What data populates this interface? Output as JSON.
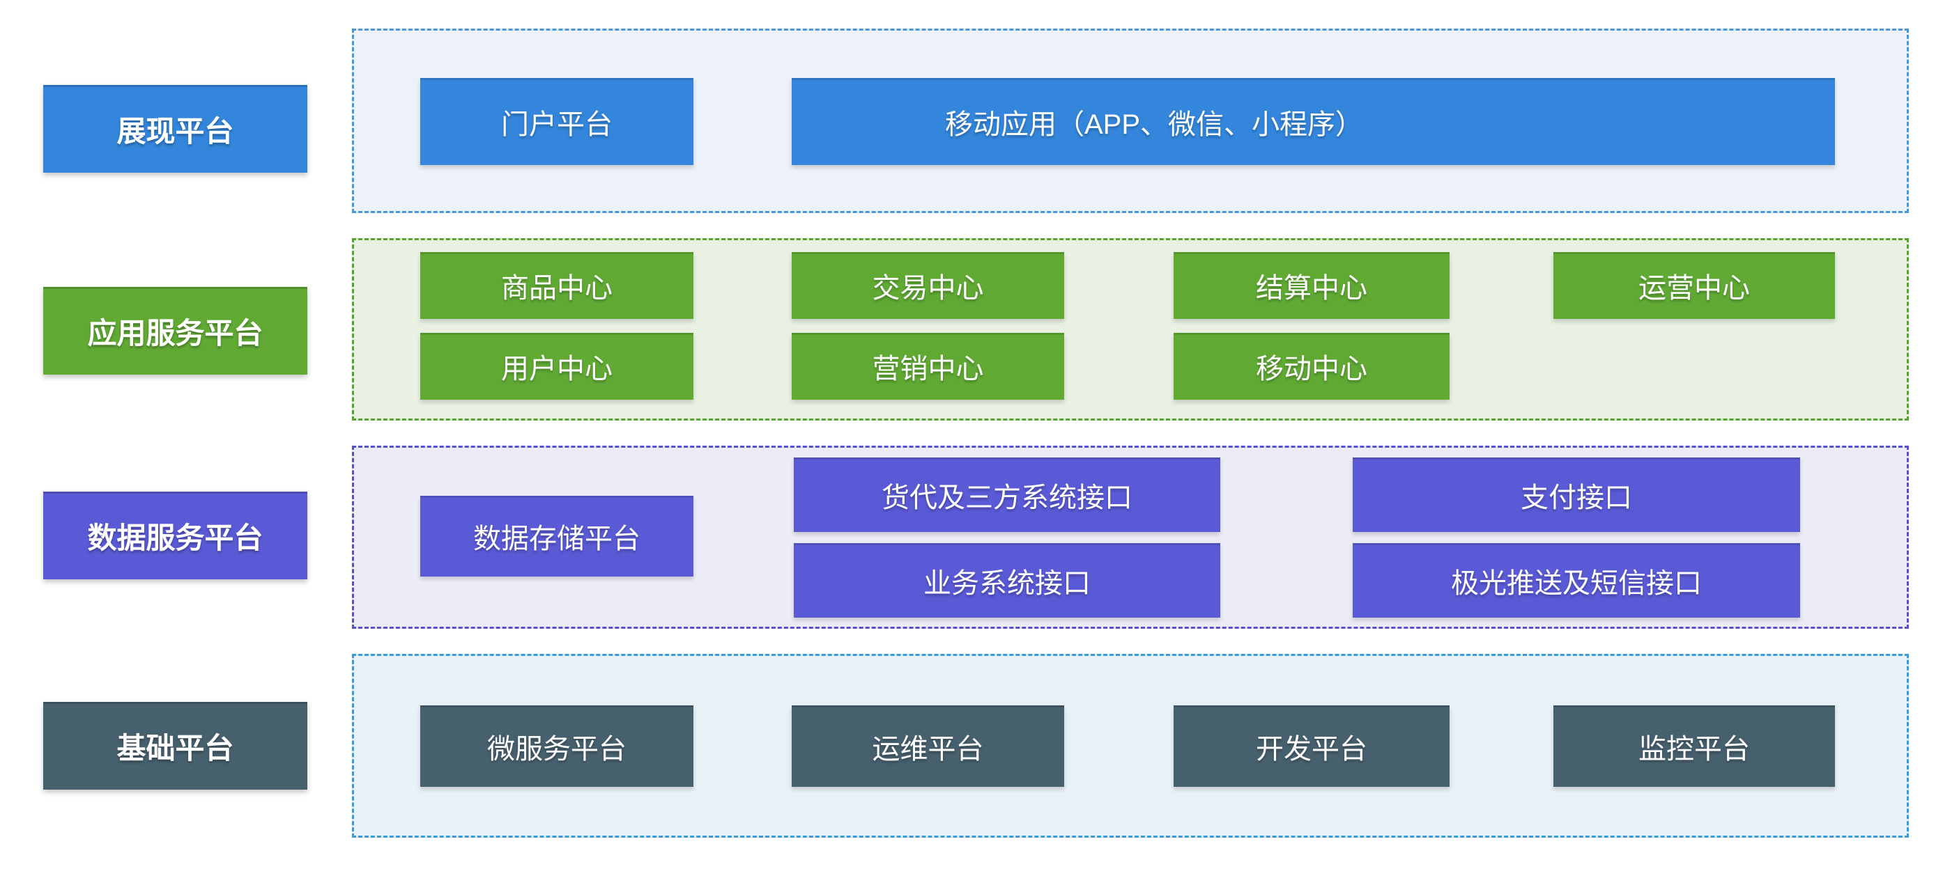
{
  "diagram": {
    "rows": [
      {
        "label": "展现平台",
        "accent": "#3386dc",
        "container_bg": "#edf2f8",
        "border_color": "#4897dc",
        "boxes": [
          {
            "label": "门户平台"
          },
          {
            "label": "移动应用（APP、微信、小程序）"
          }
        ]
      },
      {
        "label": "应用服务平台",
        "accent": "#60aa34",
        "container_bg": "#e9f1e3",
        "border_color": "#55a42d",
        "boxes": [
          {
            "label": "商品中心"
          },
          {
            "label": "交易中心"
          },
          {
            "label": "结算中心"
          },
          {
            "label": "运营中心"
          },
          {
            "label": "用户中心"
          },
          {
            "label": "营销中心"
          },
          {
            "label": "移动中心"
          }
        ]
      },
      {
        "label": "数据服务平台",
        "accent": "#5a5ad6",
        "container_bg": "#ececf8",
        "border_color": "#564fd1",
        "boxes": [
          {
            "label": "数据存储平台"
          },
          {
            "label": "货代及三方系统接口"
          },
          {
            "label": "支付接口"
          },
          {
            "label": "业务系统接口"
          },
          {
            "label": "极光推送及短信接口"
          }
        ]
      },
      {
        "label": "基础平台",
        "accent": "#47606e",
        "container_bg": "#e9f1f8",
        "border_color": "#369cdc",
        "boxes": [
          {
            "label": "微服务平台"
          },
          {
            "label": "运维平台"
          },
          {
            "label": "开发平台"
          },
          {
            "label": "监控平台"
          }
        ]
      }
    ]
  }
}
